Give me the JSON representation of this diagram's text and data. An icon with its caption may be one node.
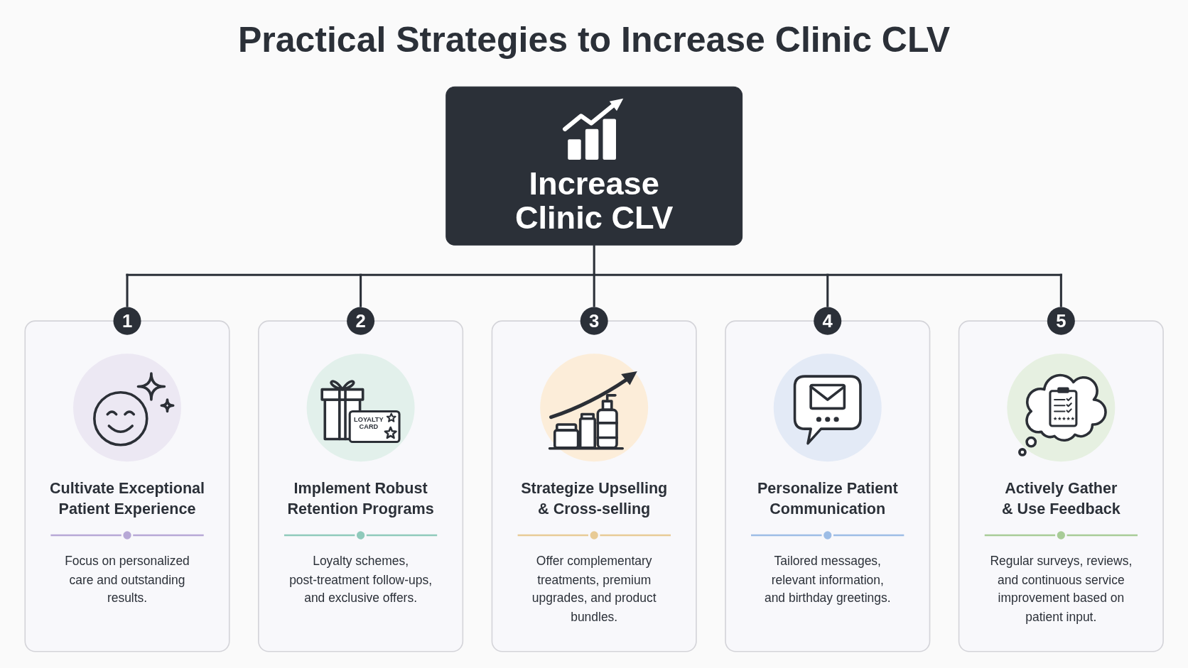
{
  "diagram": {
    "title": "Practical Strategies to Increase Clinic CLV",
    "nodes": [
      {
        "text": [
          "Increase Clinic CLV"
        ]
      },
      {
        "text": [
          "1",
          "Cultivate Exceptional Patient Experience",
          "Focus on personalized care and outstanding results."
        ]
      },
      {
        "text": [
          "2",
          "Implement Robust Retention Programs",
          "Loyalty schemes, post-treatment follow-ups, and exclusive offers."
        ]
      },
      {
        "text": [
          "3",
          "Strategize Upselling & Cross-selling",
          "Offer complementary treatments, premium upgrades, and product bundles."
        ]
      },
      {
        "text": [
          "4",
          "Personalize Patient Communication",
          "Tailored messages, relevant information, and birthday greetings."
        ]
      },
      {
        "text": [
          "5",
          "Actively Gather & Use Feedback",
          "Regular surveys, reviews, and continuous service improvement based on patient input."
        ]
      }
    ],
    "edges": [
      {
        "from": 0,
        "to": 1,
        "arrow": "none"
      },
      {
        "from": 0,
        "to": 2,
        "arrow": "none"
      },
      {
        "from": 0,
        "to": 3,
        "arrow": "none"
      },
      {
        "from": 0,
        "to": 4,
        "arrow": "none"
      },
      {
        "from": 0,
        "to": 5,
        "arrow": "none"
      }
    ],
    "labels": [
      "LOYALTY CARD"
    ]
  }
}
